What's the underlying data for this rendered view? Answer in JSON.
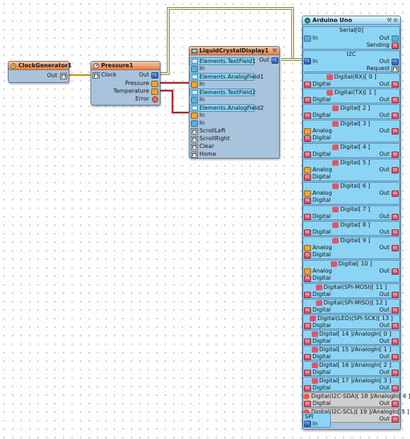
{
  "clock_generator": {
    "title": "ClockGenerator1",
    "out_label": "Out"
  },
  "pressure": {
    "title": "Pressure1",
    "clock_label": "Clock",
    "outputs": [
      "Out",
      "Pressure",
      "Temperature",
      "Error"
    ]
  },
  "lcd": {
    "title": "LiquidCrystalDisplay1",
    "out_label": "Out",
    "elements": [
      {
        "name": "Elements.TextField1",
        "in": "In"
      },
      {
        "name": "Elements.AnalogField1",
        "in": "In"
      },
      {
        "name": "Elements.TextField2",
        "in": "In"
      },
      {
        "name": "Elements.AnalogField2",
        "in": "In"
      }
    ],
    "inputs": [
      "In",
      "ScrollLeft",
      "ScrollRight",
      "Clear",
      "Home"
    ]
  },
  "arduino": {
    "title": "Arduino Uno",
    "serial": {
      "title": "Serial[0]",
      "in": "In",
      "out": "Out",
      "sending": "Sending"
    },
    "i2c": {
      "title": "I2C",
      "in": "In",
      "out": "Out",
      "request": "Request"
    },
    "channels": [
      {
        "title": "Digital(RX)[ 0 ]",
        "type": "digital"
      },
      {
        "title": "Digital(TX)[ 1 ]",
        "type": "digital"
      },
      {
        "title": "Digital[ 2 ]",
        "type": "digital"
      },
      {
        "title": "Digital[ 3 ]",
        "type": "pwm"
      },
      {
        "title": "Digital[ 4 ]",
        "type": "digital"
      },
      {
        "title": "Digital[ 5 ]",
        "type": "pwm"
      },
      {
        "title": "Digital[ 6 ]",
        "type": "pwm"
      },
      {
        "title": "Digital[ 7 ]",
        "type": "digital"
      },
      {
        "title": "Digital[ 8 ]",
        "type": "digital"
      },
      {
        "title": "Digital[ 9 ]",
        "type": "pwm"
      },
      {
        "title": "Digital[ 10 ]",
        "type": "pwm"
      },
      {
        "title": "Digital(SPI-MOSI)[ 11 ]",
        "type": "digital"
      },
      {
        "title": "Digital(SPI-MISO)[ 12 ]",
        "type": "digital"
      },
      {
        "title": "Digital(LED)(SPI-SCK)[ 13 ]",
        "type": "digital"
      },
      {
        "title": "Digital[ 14 ]/AnalogIn[ 0 ]",
        "type": "digital"
      },
      {
        "title": "Digital[ 15 ]/AnalogIn[ 1 ]",
        "type": "digital"
      },
      {
        "title": "Digital[ 16 ]/AnalogIn[ 2 ]",
        "type": "digital"
      },
      {
        "title": "Digital[ 17 ]/AnalogIn[ 3 ]",
        "type": "digital"
      },
      {
        "title": "Digital(I2C-SDA)[ 18 ]/AnalogIn[ 4 ]",
        "type": "disabled"
      },
      {
        "title": "Digital(I2C-SCL)[ 19 ]/AnalogIn[ 5 ]",
        "type": "disabled"
      }
    ],
    "labels": {
      "digital": "Digital",
      "analog": "Analog",
      "out": "Out"
    },
    "spi": {
      "title": "SPI",
      "in": "In"
    }
  },
  "colors": {
    "clock_wire": "#c6911f",
    "analog_wire": "#a8202a",
    "i2c_wire": "#c8cfa0",
    "component_body": "#a9c3dc",
    "header_orange": "#e4804b",
    "header_blue": "#8fd0f2"
  }
}
